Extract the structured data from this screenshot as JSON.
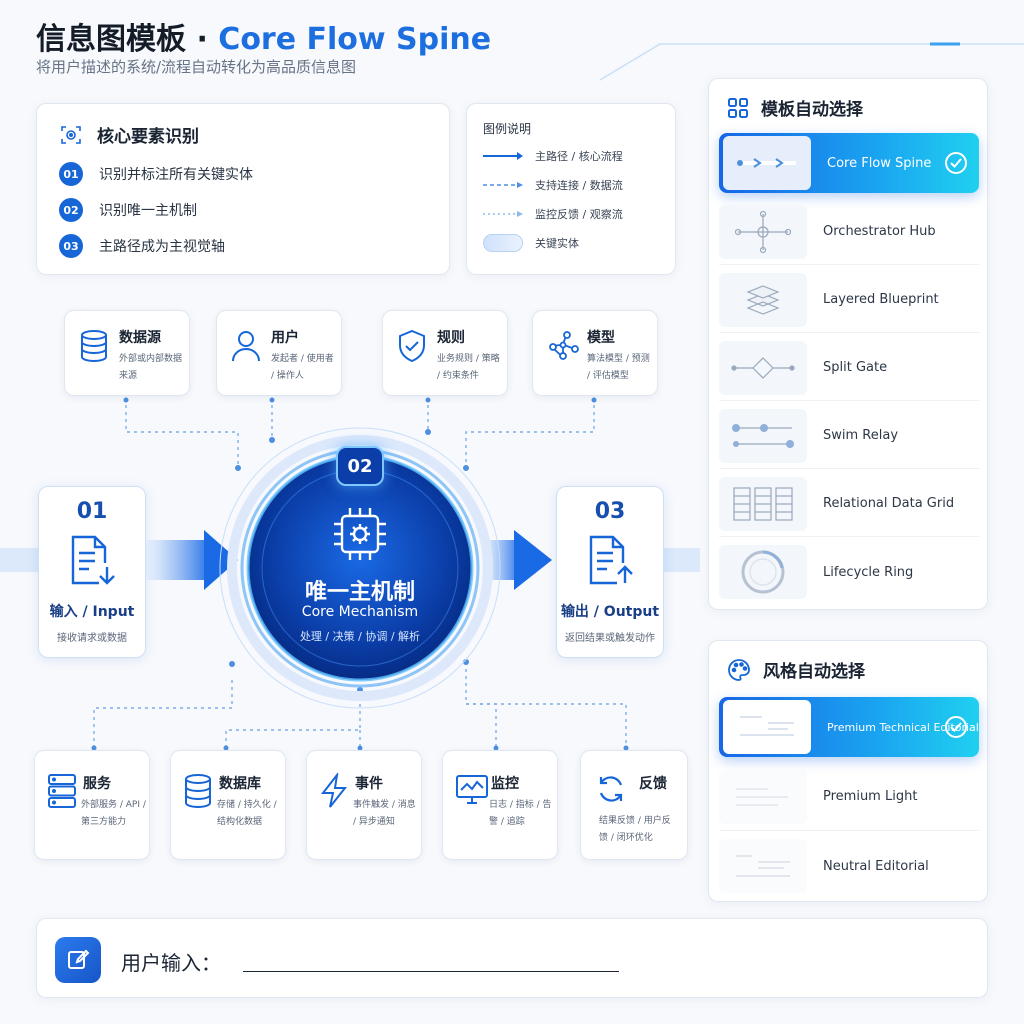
{
  "header": {
    "title_cn": "信息图模板 · ",
    "title_en": "Core Flow Spine",
    "subtitle": "将用户描述的系统/流程自动转化为高品质信息图"
  },
  "core_elements": {
    "title": "核心要素识别",
    "items": [
      {
        "num": "01",
        "text": "识别并标注所有关键实体"
      },
      {
        "num": "02",
        "text": "识别唯一主机制"
      },
      {
        "num": "03",
        "text": "主路径成为主视觉轴"
      }
    ]
  },
  "legend": {
    "title": "图例说明",
    "items": [
      {
        "text": "主路径 / 核心流程"
      },
      {
        "text": "支持连接 / 数据流"
      },
      {
        "text": "监控反馈 / 观察流"
      },
      {
        "text": "关键实体"
      }
    ]
  },
  "template_panel": {
    "title": "模板自动选择",
    "options": [
      {
        "name": "Core Flow Spine",
        "selected": true
      },
      {
        "name": "Orchestrator Hub",
        "selected": false
      },
      {
        "name": "Layered Blueprint",
        "selected": false
      },
      {
        "name": "Split Gate",
        "selected": false
      },
      {
        "name": "Swim Relay",
        "selected": false
      },
      {
        "name": "Relational Data Grid",
        "selected": false
      },
      {
        "name": "Lifecycle Ring",
        "selected": false
      }
    ]
  },
  "style_panel": {
    "title": "风格自动选择",
    "options": [
      {
        "name": "Premium Technical Editorial",
        "selected": true
      },
      {
        "name": "Premium Light",
        "selected": false
      },
      {
        "name": "Neutral Editorial",
        "selected": false
      }
    ]
  },
  "diagram": {
    "top_nodes": [
      {
        "name": "数据源",
        "desc": "外部或内部数据来源"
      },
      {
        "name": "用户",
        "desc": "发起者 / 使用者 / 操作人"
      },
      {
        "name": "规则",
        "desc": "业务规则 / 策略 / 约束条件"
      },
      {
        "name": "模型",
        "desc": "算法模型 / 预测 / 评估模型"
      }
    ],
    "input": {
      "num": "01",
      "label": "输入 / Input",
      "desc": "接收请求或数据"
    },
    "hub": {
      "num": "02",
      "title": "唯一主机制",
      "subtitle": "Core Mechanism",
      "desc": "处理 / 决策 / 协调 / 解析"
    },
    "output": {
      "num": "03",
      "label": "输出 / Output",
      "desc": "返回结果或触发动作"
    },
    "bottom_nodes": [
      {
        "name": "服务",
        "desc": "外部服务 / API / 第三方能力"
      },
      {
        "name": "数据库",
        "desc": "存储 / 持久化 / 结构化数据"
      },
      {
        "name": "事件",
        "desc": "事件触发 / 消息 / 异步通知"
      },
      {
        "name": "监控",
        "desc": "日志 / 指标 / 告警 / 追踪"
      },
      {
        "name": "反馈",
        "desc": "结果反馈 / 用户反馈 / 闭环优化"
      }
    ]
  },
  "user_input": {
    "label": "用户输入："
  },
  "colors": {
    "primary": "#1766d8",
    "accent_cyan": "#20d0f0",
    "hub_dark": "#0a3aa0",
    "text_dark": "#1a2433"
  }
}
